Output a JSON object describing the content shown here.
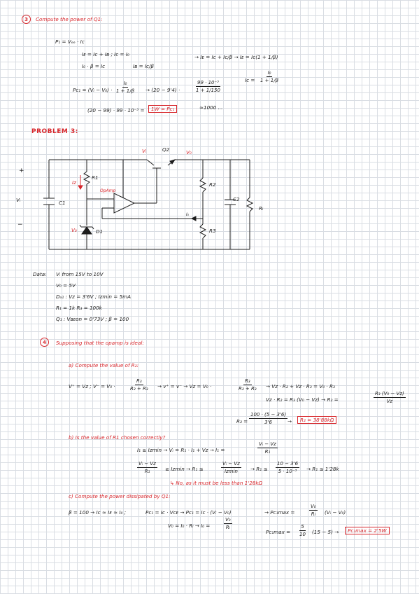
{
  "section3": {
    "number": "3",
    "title": "Compute the power of Q1:",
    "l1": "P₁ = Vₑₑ · Iᴄ",
    "l2a": "Iᴇ = Iᴄ + Iʙ ;  Iᴄ = I₀",
    "l2b": "→  Iᴇ = Iᴄ + Iᴄ/β  →  Iᴇ = Iᴄ(1 + 1/β)",
    "l3a": "I₀ · β = Iᴄ",
    "l3b": "Iʙ = Iᴄ/β",
    "ic_label": "Iᴄ =",
    "ic_num": "I₀",
    "ic_den": "1 + 1/β",
    "p1_label": "Pᴄ₁ = (Vᵢ − V₀) ·",
    "p1_num": "I₀",
    "p1_den": "1 + 1/β",
    "p1_arrow": "→  (20 − 9'4) ·",
    "p1_num2": "99 · 10⁻³",
    "p1_den2": "1 + 1/150",
    "p1_note": "≈1000 ...",
    "p1_final": "(20 − 99) · 99 · 10⁻³ =",
    "p1_box": "1W = Pᴄ₁"
  },
  "problem3": {
    "heading": "PROBLEM 3:",
    "circuit": {
      "vi_top": "Vᵢ",
      "q2": "Q2",
      "vo_top": "V₀",
      "plus": "+",
      "minus": "−",
      "vi_left": "Vᵢ",
      "c1": "C1",
      "r1": "R1",
      "iz": "Iᴢ",
      "opamp_label": "OpAmp",
      "vz": "V₀",
      "d1": "D1",
      "r2": "R2",
      "r3": "R3",
      "c2": "C2",
      "rl": "Rₗ",
      "io": "I₀"
    },
    "data": {
      "label": "Data:",
      "l1": "Vᵢ from 15V to 10V",
      "l2": "V₀ = 5V",
      "l3": "Dₐ₁ : Vᴢ = 3'6V ;  Iᴢmin = 5mA",
      "l4": "R₁ = 1k   R₃ = 100k",
      "l5": "Q₁ : Vʙᴇon = 0'73V ;  β = 100"
    }
  },
  "section4": {
    "number": "4",
    "title": "Supposing that the opamp is ideal:",
    "a_title": "a) Compute the value of R₂:",
    "a_l1a": "V⁺ = Vᴢ ;   V⁻ = V₀ ·",
    "a_frac1_num": "R₃",
    "a_frac1_den": "R₂ + R₃",
    "a_l1b": "→ v⁺ = v⁻ →   Vᴢ = V₀ ·",
    "a_frac2_num": "R₃",
    "a_frac2_den": "R₂ + R₃",
    "a_l1c": "→  Vᴢ · R₂ + Vᴢ · R₃ = V₀ · R₃",
    "a_l2": "Vᴢ · R₂ = R₃ (V₀ − Vᴢ)  →  R₂ =",
    "a_frac3_num": "R₃ (V₀ − Vᴢ)",
    "a_frac3_den": "Vᴢ",
    "a_res_label": "R₂ =",
    "a_frac4_num": "100 · (5 − 3'6)",
    "a_frac4_den": "3'6",
    "a_box": "R₂ = 38'88kΩ",
    "b_title": "b) Is the value of R1 chosen correctly?",
    "b_l1": "I₁ ≥ Iᴢmin →    Vᵢ = R₁ · I₁ + Vᴢ →  I₁ =",
    "b_frac1_num": "Vᵢ − Vᴢ",
    "b_frac1_den": "R₁",
    "b_frac2_num": "Vᵢ − Vᴢ",
    "b_frac2_den": "R₁",
    "b_l2a": "≥ Iᴢmin  →   R₁ ≤",
    "b_frac3_num": "Vᵢ − Vᴢ",
    "b_frac3_den": "Iᴢmin",
    "b_l2b": "→   R₁ ≤",
    "b_frac4_num": "10 − 3'6",
    "b_frac4_den": "5 · 10⁻³",
    "b_l2c": "→   R₁ ≤ 1'28k",
    "b_conc": "↳ No, as it must be less than 1'28kΩ",
    "c_title": "c) Compute the power dissipated by Q1:",
    "c_l1a": "β = 100 →  Iᴄ ≈ Iᴇ ≈ I₀ ;",
    "c_l1b": "Pᴄ₁ = Iᴄ · Vᴄᴇ →  Pᴄ₁ = Iᴄ · (Vᵢ − V₀)",
    "c_l1c": "→  Pᴄ₁max =",
    "c_frac1_num": "V₀",
    "c_frac1_den": "Rₗ",
    "c_l1d": "(Vᵢ − V₀)",
    "c_l2a": "V₀ = I₀ · Rₗ →  I₀ =",
    "c_frac2_num": "V₀",
    "c_frac2_den": "Rₗ",
    "c_l3a": "Pᴄ₁max =",
    "c_frac3_num": "5",
    "c_frac3_den": "10",
    "c_l3b": "(15 − 5)  →",
    "c_box": "Pᴄ₁max = 2'5W"
  }
}
